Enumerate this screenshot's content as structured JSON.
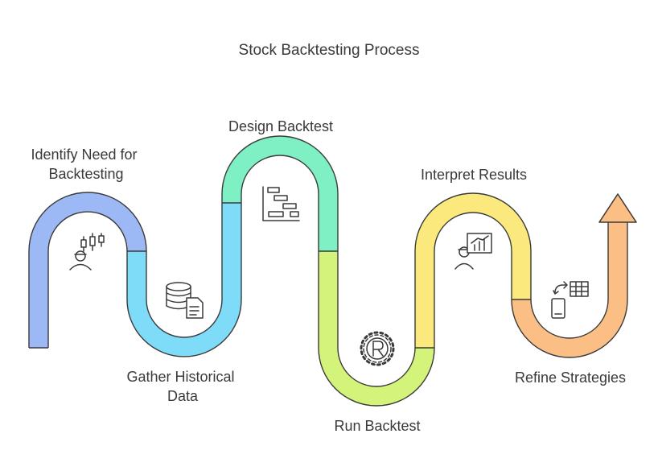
{
  "title": "Stock Backtesting Process",
  "steps": [
    {
      "label_lines": [
        "Identify Need for",
        "Backtesting"
      ],
      "color": "#9db9f5",
      "icon": "analyst-candlestick-icon"
    },
    {
      "label_lines": [
        "Gather Historical",
        "Data"
      ],
      "color": "#7fdcf8",
      "icon": "database-document-icon"
    },
    {
      "label_lines": [
        "Design Backtest"
      ],
      "color": "#7ef0c4",
      "icon": "gantt-chart-icon"
    },
    {
      "label_lines": [
        "Run Backtest"
      ],
      "color": "#d3f37a",
      "icon": "gear-r-icon"
    },
    {
      "label_lines": [
        "Interpret Results"
      ],
      "color": "#fbe97d",
      "icon": "presenter-chart-icon"
    },
    {
      "label_lines": [
        "Refine Strategies"
      ],
      "color": "#fbbf86",
      "icon": "phone-table-sync-icon"
    }
  ],
  "stroke_color": "#3a3a3a"
}
